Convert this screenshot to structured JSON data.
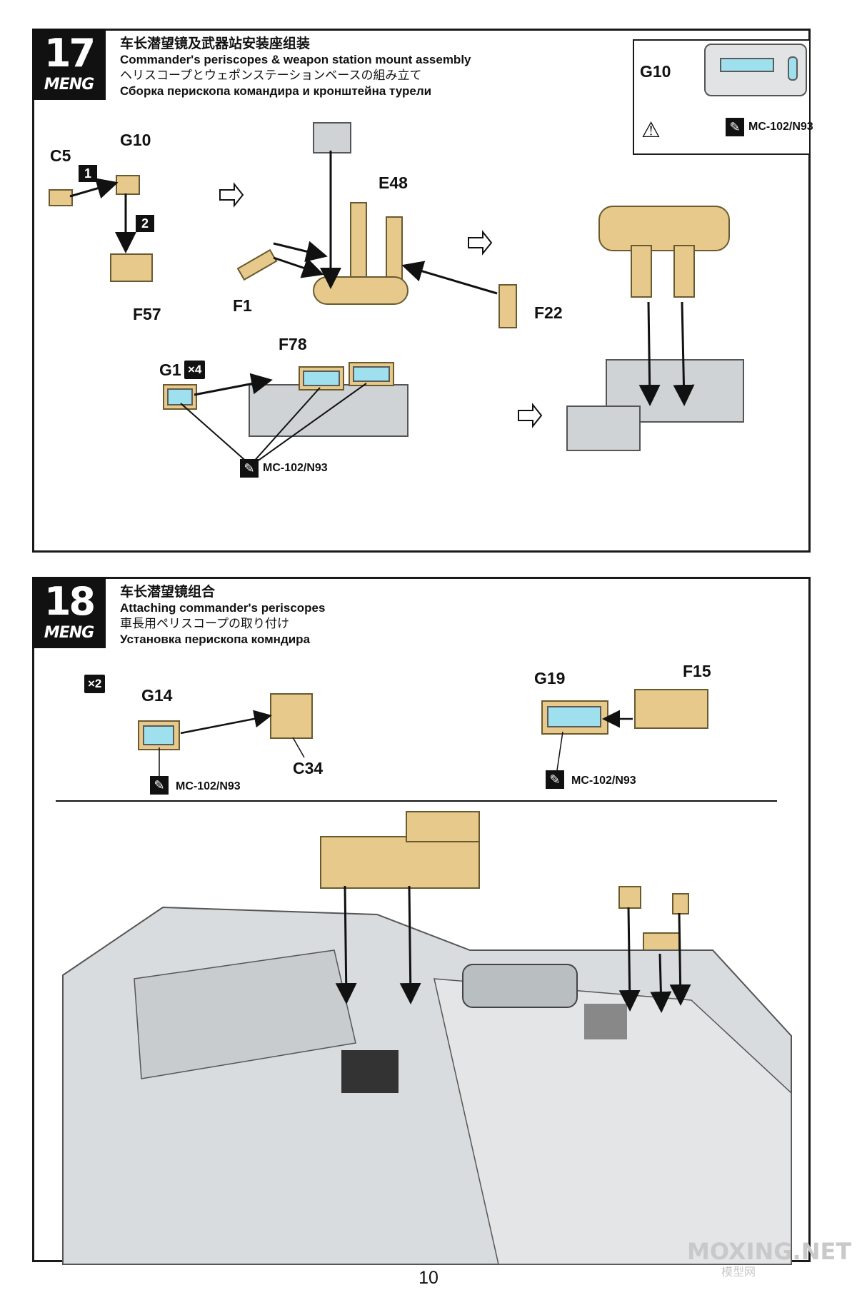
{
  "step17": {
    "number": "17",
    "brand": "MENG",
    "title_zh": "车长潜望镜及武器站安装座组装",
    "title_en": "Commander's periscopes & weapon station mount assembly",
    "title_jp": "ヘリスコープとウェポンステーションベースの組み立て",
    "title_ru": "Сборка перископа командира и кронштейна турели",
    "parts": {
      "c5": "C5",
      "g10": "G10",
      "f57": "F57",
      "e48": "E48",
      "f1": "F1",
      "f22": "F22",
      "g1": "G1",
      "f78": "F78"
    },
    "sub_steps": [
      "1",
      "2"
    ],
    "g1_qty": "×4",
    "paint_code": "MC-102/N93",
    "callout": {
      "part": "G10",
      "paint_code": "MC-102/N93",
      "warning_icon": "warning-icon"
    }
  },
  "step18": {
    "number": "18",
    "brand": "MENG",
    "title_zh": "车长潜望镜组合",
    "title_en": "Attaching commander's periscopes",
    "title_jp": "車長用ペリスコープの取り付け",
    "title_ru": "Установка перископа комндира",
    "qty": "×2",
    "parts": {
      "g14": "G14",
      "c34": "C34",
      "g19": "G19",
      "f15": "F15"
    },
    "paint_code_left": "MC-102/N93",
    "paint_code_right": "MC-102/N93"
  },
  "page_number": "10",
  "watermark": "MOXING.NET",
  "watermark_sub": "模型网",
  "colors": {
    "tan_part": "#e6c98b",
    "grey_part": "#cfd3d6",
    "lens": "#9fe0ee",
    "ink": "#111111"
  }
}
